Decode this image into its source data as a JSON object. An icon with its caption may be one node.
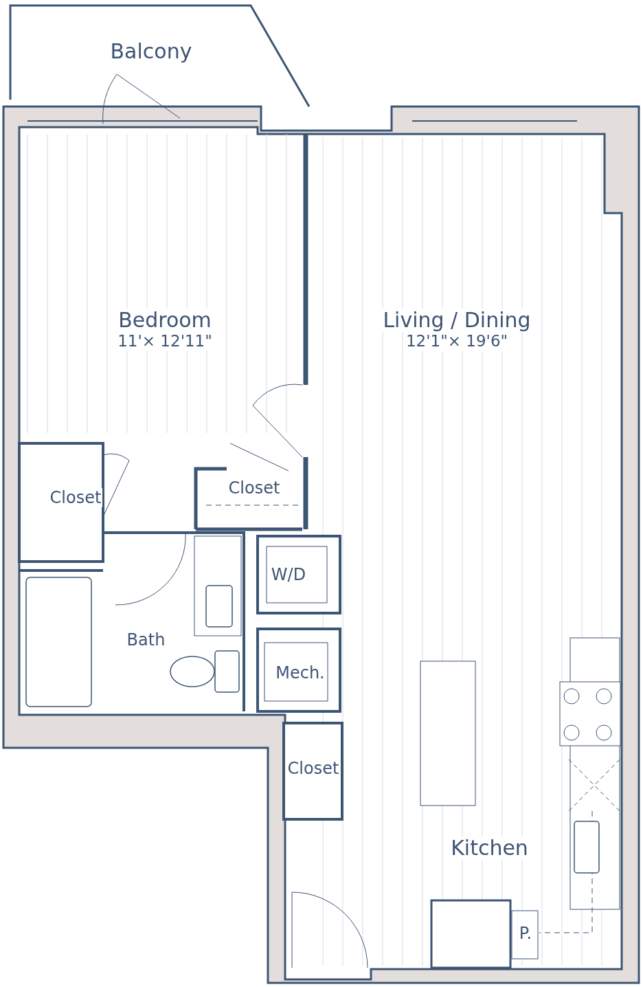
{
  "diagram": {
    "nodes": [
      {
        "text": [
          "Balcony"
        ]
      },
      {
        "text": [
          "Bedroom",
          "11'× 12'11\""
        ]
      },
      {
        "text": [
          "Living / Dining",
          "12'1\"× 19'6\""
        ]
      },
      {
        "text": [
          "Closet"
        ]
      },
      {
        "text": [
          "Closet"
        ]
      },
      {
        "text": [
          "W/D"
        ]
      },
      {
        "text": [
          "Bath"
        ]
      },
      {
        "text": [
          "Mech."
        ]
      },
      {
        "text": [
          "Closet"
        ]
      },
      {
        "text": [
          "Kitchen"
        ]
      },
      {
        "text": [
          "P."
        ]
      }
    ],
    "edges": []
  }
}
